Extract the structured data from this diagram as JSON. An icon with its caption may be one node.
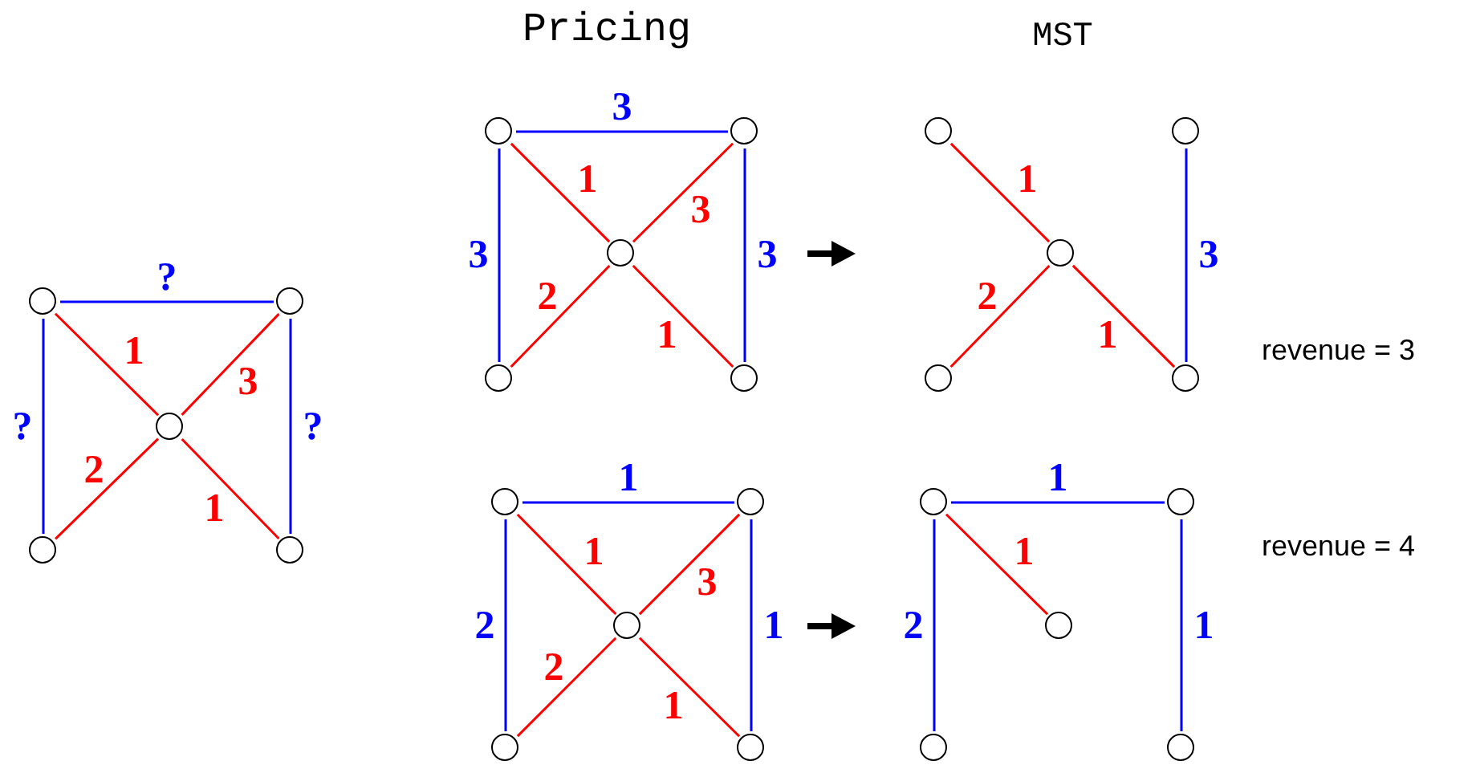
{
  "diagram": {
    "nodes": [
      {
        "text": [],
        "shape": "circle"
      },
      {
        "text": [],
        "shape": "circle"
      },
      {
        "text": [],
        "shape": "circle"
      },
      {
        "text": [],
        "shape": "circle"
      },
      {
        "text": [],
        "shape": "circle"
      },
      {
        "text": [],
        "shape": "circle"
      },
      {
        "text": [],
        "shape": "circle"
      },
      {
        "text": [],
        "shape": "circle"
      },
      {
        "text": [],
        "shape": "circle"
      },
      {
        "text": [],
        "shape": "circle"
      },
      {
        "text": [],
        "shape": "circle"
      },
      {
        "text": [],
        "shape": "circle"
      },
      {
        "text": [],
        "shape": "circle"
      },
      {
        "text": [],
        "shape": "circle"
      },
      {
        "text": [],
        "shape": "circle"
      },
      {
        "text": [],
        "shape": "circle"
      },
      {
        "text": [],
        "shape": "circle"
      },
      {
        "text": [],
        "shape": "circle"
      },
      {
        "text": [],
        "shape": "circle"
      },
      {
        "text": [],
        "shape": "circle"
      },
      {
        "text": [],
        "shape": "circle"
      },
      {
        "text": [],
        "shape": "circle"
      },
      {
        "text": [],
        "shape": "circle"
      },
      {
        "text": [],
        "shape": "circle"
      },
      {
        "text": [],
        "shape": "circle"
      }
    ],
    "edges": [
      {
        "from": 0,
        "to": 1,
        "arrow": "none",
        "label": "?",
        "color": "#0000ff"
      },
      {
        "from": 0,
        "to": 3,
        "arrow": "none",
        "label": "?",
        "color": "#0000ff"
      },
      {
        "from": 1,
        "to": 4,
        "arrow": "none",
        "label": "?",
        "color": "#0000ff"
      },
      {
        "from": 0,
        "to": 2,
        "arrow": "none",
        "label": "1"
      },
      {
        "from": 1,
        "to": 2,
        "arrow": "none",
        "label": "3"
      },
      {
        "from": 3,
        "to": 2,
        "arrow": "none",
        "label": "2"
      },
      {
        "from": 2,
        "to": 4,
        "arrow": "none",
        "label": "1"
      },
      {
        "from": 5,
        "to": 6,
        "arrow": "none",
        "label": "3",
        "color": "#0000ff"
      },
      {
        "from": 5,
        "to": 8,
        "arrow": "none",
        "label": "3",
        "color": "#0000ff"
      },
      {
        "from": 6,
        "to": 9,
        "arrow": "none",
        "label": "3",
        "color": "#0000ff"
      },
      {
        "from": 5,
        "to": 7,
        "arrow": "none",
        "label": "1"
      },
      {
        "from": 6,
        "to": 7,
        "arrow": "none",
        "label": "3"
      },
      {
        "from": 8,
        "to": 7,
        "arrow": "none",
        "label": "2"
      },
      {
        "from": 7,
        "to": 9,
        "arrow": "none",
        "label": "1"
      },
      {
        "from": 10,
        "to": 12,
        "arrow": "none",
        "label": "1"
      },
      {
        "from": 13,
        "to": 12,
        "arrow": "none",
        "label": "2"
      },
      {
        "from": 12,
        "to": 14,
        "arrow": "none",
        "label": "1"
      },
      {
        "from": 11,
        "to": 14,
        "arrow": "none",
        "label": "3",
        "color": "#0000ff"
      },
      {
        "from": 15,
        "to": 16,
        "arrow": "none",
        "label": "1",
        "color": "#0000ff"
      },
      {
        "from": 15,
        "to": 18,
        "arrow": "none",
        "label": "2",
        "color": "#0000ff"
      },
      {
        "from": 16,
        "to": 19,
        "arrow": "none",
        "label": "1",
        "color": "#0000ff"
      },
      {
        "from": 15,
        "to": 17,
        "arrow": "none",
        "label": "1"
      },
      {
        "from": 16,
        "to": 17,
        "arrow": "none",
        "label": "3"
      },
      {
        "from": 18,
        "to": 17,
        "arrow": "none",
        "label": "2"
      },
      {
        "from": 17,
        "to": 19,
        "arrow": "none",
        "label": "1"
      },
      {
        "from": 20,
        "to": 21,
        "arrow": "none",
        "label": "1",
        "color": "#0000ff"
      },
      {
        "from": 20,
        "to": 23,
        "arrow": "none",
        "label": "2",
        "color": "#0000ff"
      },
      {
        "from": 21,
        "to": 24,
        "arrow": "none",
        "label": "1",
        "color": "#0000ff"
      },
      {
        "from": 20,
        "to": 22,
        "arrow": "none",
        "label": "1"
      }
    ],
    "labels": [
      "Pricing",
      "MST",
      "revenue = 3",
      "revenue = 4"
    ]
  }
}
